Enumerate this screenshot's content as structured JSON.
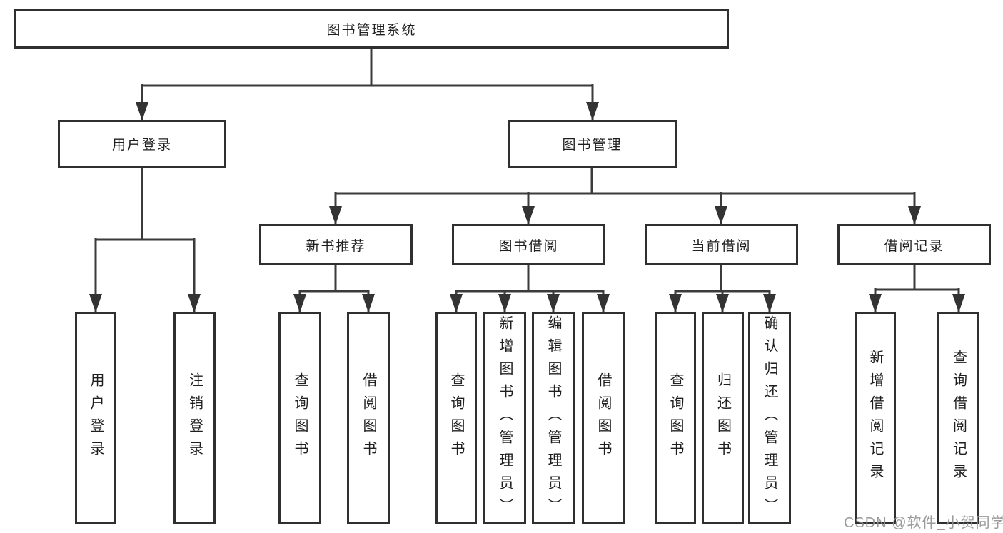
{
  "diagram": {
    "title": "图书管理系统",
    "children": [
      {
        "label": "用户登录",
        "children": [
          {
            "label": "用户登录"
          },
          {
            "label": "注销登录"
          }
        ]
      },
      {
        "label": "图书管理",
        "children": [
          {
            "label": "新书推荐",
            "children": [
              {
                "label": "查询图书"
              },
              {
                "label": "借阅图书"
              }
            ]
          },
          {
            "label": "图书借阅",
            "children": [
              {
                "label": "查询图书"
              },
              {
                "label": "新增图书（管理员）"
              },
              {
                "label": "编辑图书（管理员）"
              },
              {
                "label": "借阅图书"
              }
            ]
          },
          {
            "label": "当前借阅",
            "children": [
              {
                "label": "查询图书"
              },
              {
                "label": "归还图书"
              },
              {
                "label": "确认归还（管理员）"
              }
            ]
          },
          {
            "label": "借阅记录",
            "children": [
              {
                "label": "新增借阅记录"
              },
              {
                "label": "查询借阅记录"
              }
            ]
          }
        ]
      }
    ]
  },
  "watermark": "CSDN @软件_小贺同学",
  "colors": {
    "background": "#ffffff",
    "box_fill": "#ffffff",
    "box_border": "#2f2f2f",
    "line": "#3b3b3b",
    "text": "#1f1f1f",
    "watermark": "#919191"
  }
}
